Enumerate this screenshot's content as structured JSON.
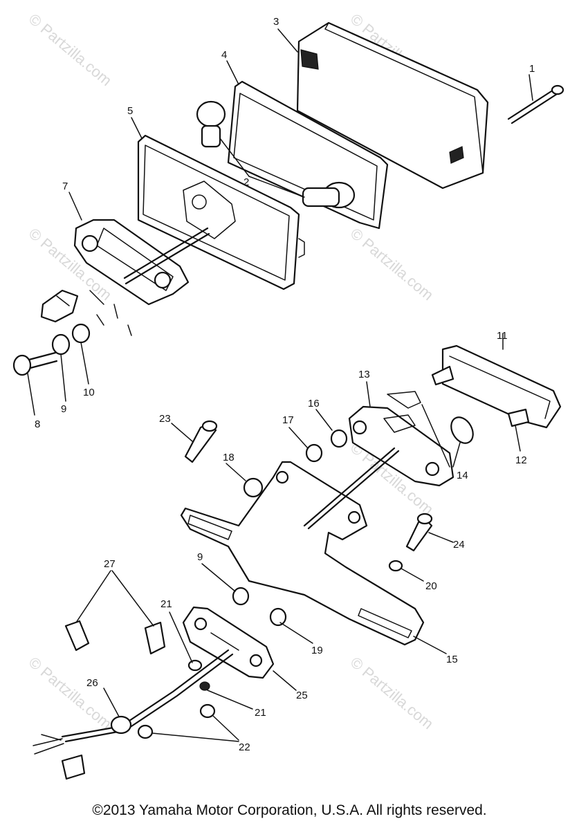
{
  "watermark_text": "© Partzilla.com",
  "copyright": "©2013 Yamaha Motor Corporation, U.S.A. All rights reserved.",
  "callouts": [
    "1",
    "2",
    "3",
    "4",
    "5",
    "7",
    "8",
    "9",
    "10",
    "11",
    "12",
    "13",
    "14",
    "15",
    "16",
    "17",
    "18",
    "19",
    "20",
    "21",
    "22",
    "23",
    "24",
    "25",
    "26",
    "27"
  ]
}
